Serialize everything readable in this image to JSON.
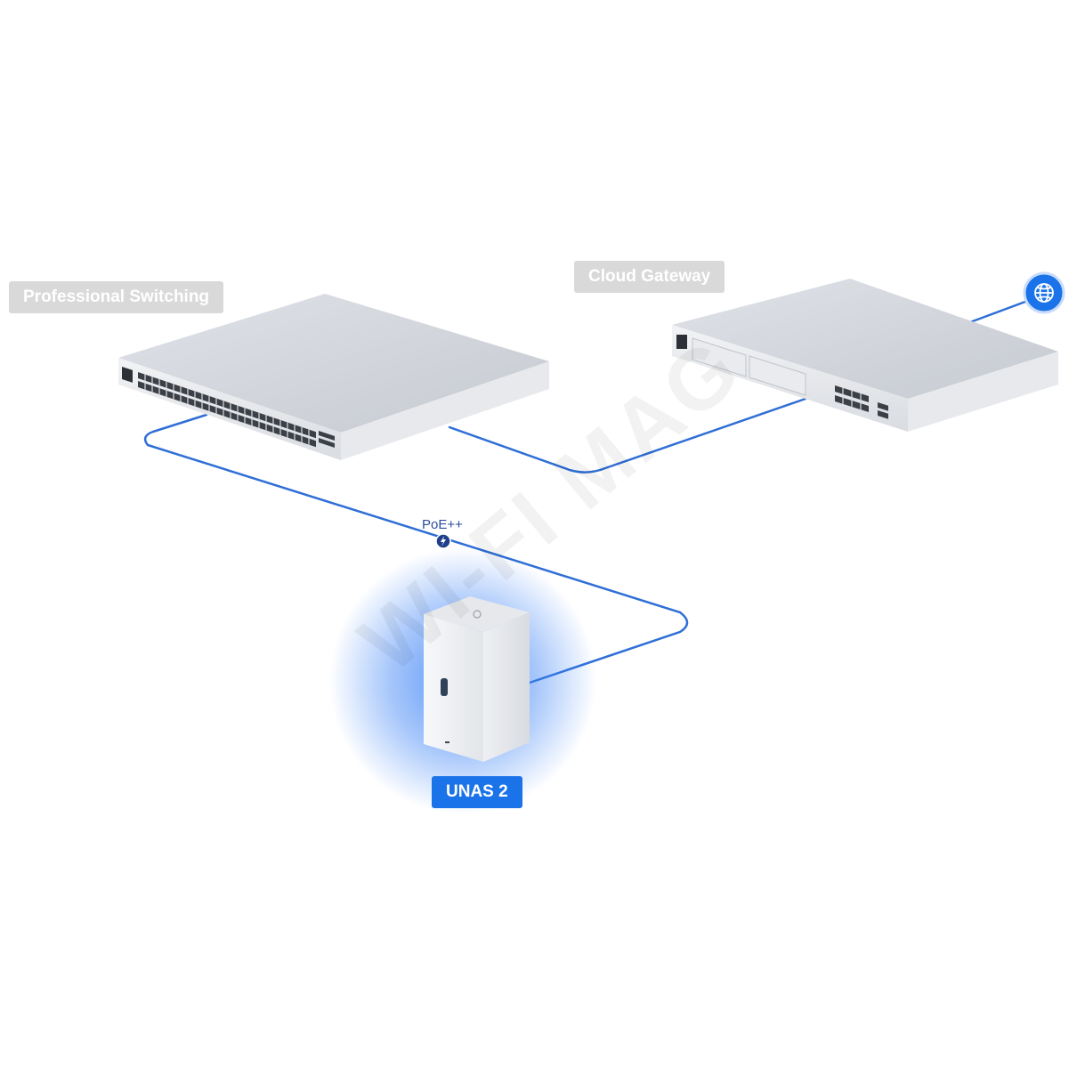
{
  "labels": {
    "switch": "Professional Switching",
    "gateway": "Cloud Gateway",
    "unas": "UNAS 2",
    "poe": "PoE++"
  },
  "watermark": "WI-FI MAG",
  "icons": {
    "internet": "globe-icon",
    "poe": "lightning-bolt-icon"
  },
  "colors": {
    "link": "#2f6fd6",
    "label_gray": "#d9d9d9",
    "label_blue": "#1a73e8",
    "device_body": "#cfd3d9",
    "glow": "#3b82f6"
  }
}
